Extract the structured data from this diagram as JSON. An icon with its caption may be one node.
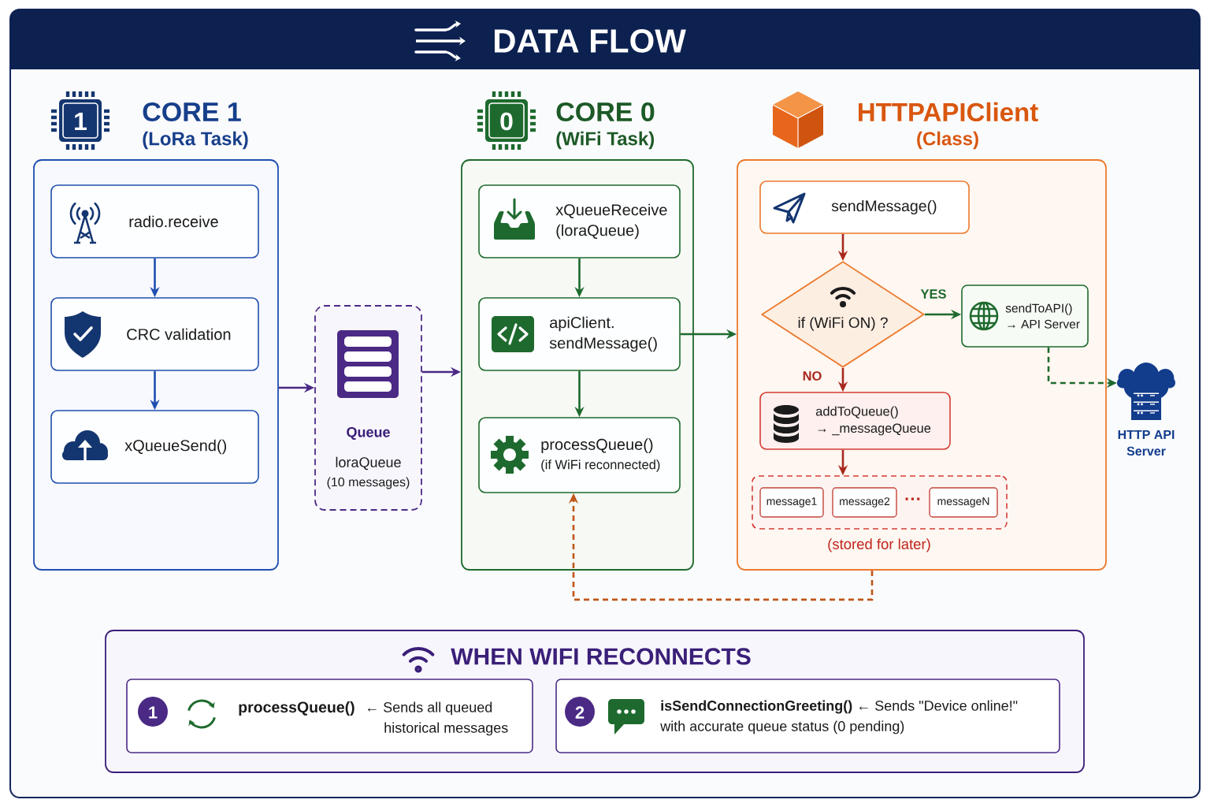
{
  "diagram": {
    "title": "DATA FLOW",
    "nodes": [
      {
        "text": [
          "CORE 1",
          "(LoRa Task)"
        ]
      },
      {
        "text": [
          "radio.receive"
        ],
        "in": 0
      },
      {
        "text": [
          "CRC validation"
        ],
        "in": 0
      },
      {
        "text": [
          "xQueueSend()"
        ],
        "in": 0
      },
      {
        "text": [
          "Queue",
          "loraQueue",
          "(10 messages)"
        ]
      },
      {
        "text": [
          "CORE 0",
          "(WiFi Task)"
        ]
      },
      {
        "text": [
          "xQueueReceive (loraQueue)"
        ],
        "in": 5
      },
      {
        "text": [
          "apiClient. sendMessage()"
        ],
        "in": 5
      },
      {
        "text": [
          "processQueue()",
          "(if WiFi reconnected)"
        ],
        "in": 5
      },
      {
        "text": [
          "HTTPAPIClient",
          "(Class)"
        ]
      },
      {
        "text": [
          "sendMessage()"
        ],
        "in": 9
      },
      {
        "text": [
          "if (WiFi ON) ?"
        ],
        "in": 9
      },
      {
        "text": [
          "sendToAPI()",
          "→ API Server"
        ],
        "in": 9
      },
      {
        "text": [
          "addToQueue()",
          "→ _messageQueue"
        ],
        "in": 9
      },
      {
        "text": [],
        "shape": "box",
        "in": 9,
        "beside": [
          "(stored for later)"
        ]
      },
      {
        "text": [
          "message1"
        ],
        "in": 14
      },
      {
        "text": [
          "message2"
        ],
        "in": 14
      },
      {
        "text": [
          "messageN"
        ],
        "in": 14
      },
      {
        "text": [
          "HTTP API Server"
        ]
      },
      {
        "text": [
          "WHEN WIFI RECONNECTS"
        ]
      },
      {
        "text": [
          "1",
          "processQueue()",
          "← Sends all queued historical messages"
        ],
        "in": 19
      },
      {
        "text": [
          "2",
          "isSendConnectionGreeting()",
          "← Sends \"Device online!\" with accurate queue status (0 pending)"
        ],
        "in": 19
      }
    ],
    "edges": [
      {
        "from": 1,
        "to": 2,
        "arrow": "to",
        "color": "#1f4fae"
      },
      {
        "from": 2,
        "to": 3,
        "arrow": "to",
        "color": "#1f4fae"
      },
      {
        "from": 0,
        "to": 4,
        "arrow": "to",
        "color": "#4b2a85"
      },
      {
        "from": 4,
        "to": 5,
        "arrow": "to",
        "color": "#4b2a85"
      },
      {
        "from": 6,
        "to": 7,
        "arrow": "to"
      },
      {
        "from": 7,
        "to": 8,
        "arrow": "to"
      },
      {
        "from": 7,
        "to": 9,
        "arrow": "to"
      },
      {
        "from": 10,
        "to": 11,
        "arrow": "to",
        "color": "#a8281d"
      },
      {
        "from": 11,
        "to": 12,
        "arrow": "to",
        "label": "YES"
      },
      {
        "from": 11,
        "to": 13,
        "arrow": "to",
        "label": "NO",
        "color": "#a8281d"
      },
      {
        "from": 13,
        "to": 14,
        "arrow": "to",
        "color": "#a8281d"
      },
      {
        "from": 12,
        "to": 18,
        "arrow": "to",
        "style": "dashed"
      },
      {
        "from": 9,
        "to": 8,
        "arrow": "to",
        "style": "dashed",
        "color": "#c0561a"
      }
    ],
    "labels": [
      "1",
      "0",
      "···"
    ]
  }
}
